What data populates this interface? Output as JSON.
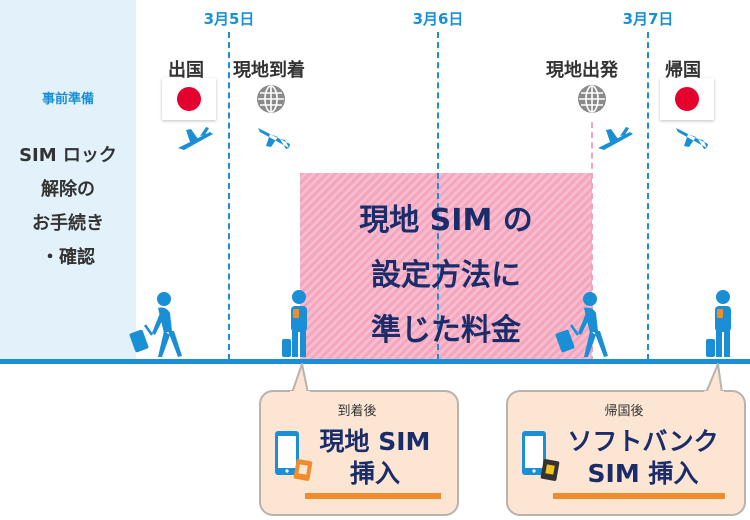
{
  "preparation": {
    "title": "事前準備",
    "lines": [
      "SIM ロック",
      "解除の",
      "お手続き",
      "・確認"
    ]
  },
  "dates": [
    "3月5日",
    "3月6日",
    "3月7日"
  ],
  "events": {
    "departure": "出国",
    "arrival": "現地到着",
    "local_departure": "現地出発",
    "return": "帰国"
  },
  "main_box": {
    "lines": [
      "現地 SIM の",
      "設定方法に",
      "準じた料金"
    ]
  },
  "callouts": {
    "arrival": {
      "sub": "到着後",
      "lines": [
        "現地 SIM",
        "挿入"
      ]
    },
    "return": {
      "sub": "帰国後",
      "lines": [
        "ソフトバンク",
        "SIM 挿入"
      ]
    }
  },
  "icons": [
    "japan-flag-icon",
    "globe-icon",
    "airplane-takeoff-icon",
    "airplane-landing-icon",
    "traveler-icon",
    "smartphone-icon",
    "sim-card-icon"
  ],
  "colors": {
    "accent": "#1a8fd6",
    "panel": "#e2f1fa",
    "main_box": "#f5adc3",
    "main_text": "#1b2c6b",
    "callout_bg": "#fce6d3",
    "callout_bar": "#f08c2c",
    "flag_red": "#e6002d"
  }
}
